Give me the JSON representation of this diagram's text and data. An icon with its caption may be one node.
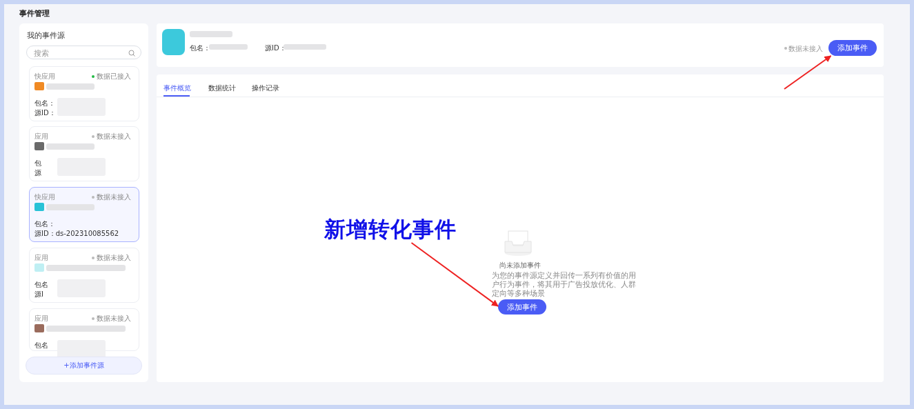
{
  "diagram": {
    "title": "事件管理",
    "nodes": [
      {
        "text": [
          "我的事件源"
        ]
      },
      {
        "text": [
          "搜索"
        ],
        "in": 0
      },
      {
        "text": [
          "快应用",
          "数据已接入",
          "包名：",
          "源ID："
        ],
        "in": 0
      },
      {
        "text": [
          "应用",
          "数据未接入",
          "包",
          "源"
        ],
        "in": 0
      },
      {
        "text": [
          "快应用",
          "数据未接入",
          "包名：",
          "源ID：ds-202310085562"
        ],
        "in": 0
      },
      {
        "text": [
          "应用",
          "数据未接入",
          "包名",
          "源I"
        ],
        "in": 0
      },
      {
        "text": [
          "应用",
          "数据未接入",
          "包名"
        ],
        "in": 0
      },
      {
        "text": [
          "+添加事件源"
        ],
        "in": 0
      },
      {
        "text": [
          "包名：",
          "源ID：",
          "数据未接入"
        ]
      },
      {
        "text": [
          "添加事件"
        ],
        "in": 8
      },
      {
        "text": [
          "事件概览",
          "数据统计",
          "操作记录",
          "尚未添加事件",
          "为您的事件源定义并回传一系列有价值的用户行为事件，将其用于广告投放优化、人群定向等多种场景"
        ]
      },
      {
        "text": [
          "添加事件"
        ],
        "in": 10
      },
      {
        "text": [
          "新增转化事件"
        ],
        "in": 10
      }
    ],
    "edges": [
      {
        "from": null,
        "to": 9,
        "arrow": "to"
      },
      {
        "from": 12,
        "to": 11,
        "arrow": "to"
      }
    ]
  }
}
